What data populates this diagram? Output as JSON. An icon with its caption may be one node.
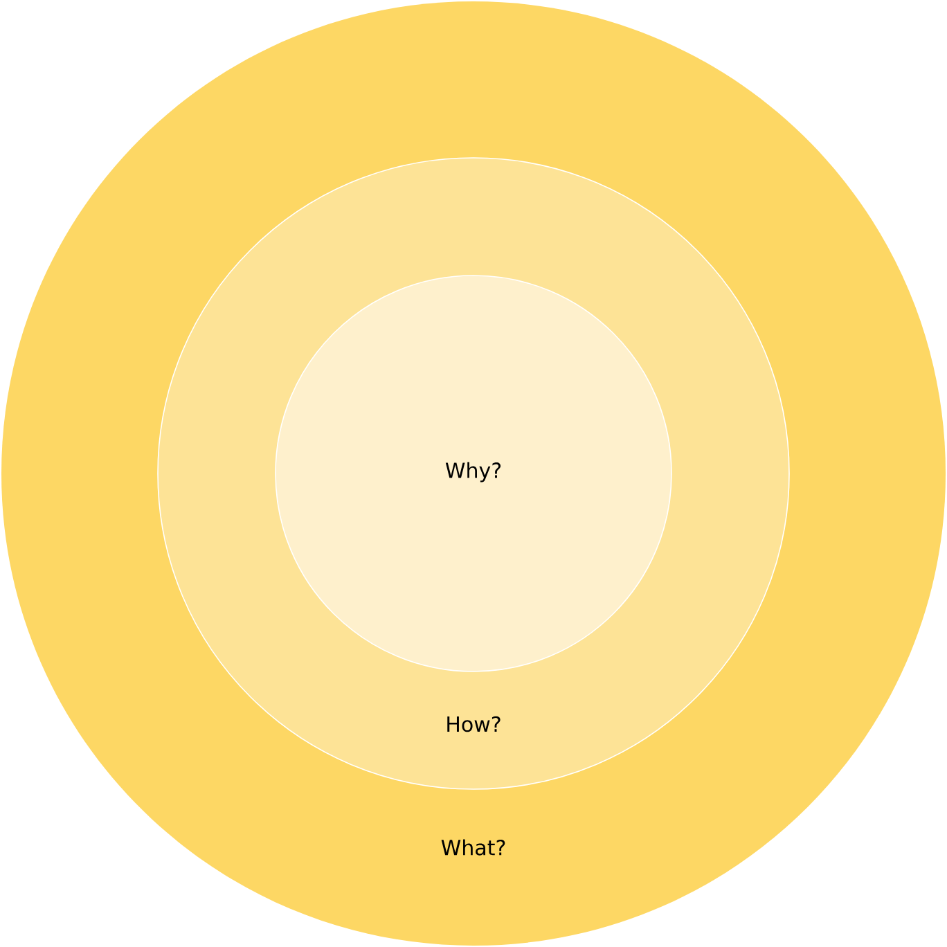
{
  "diagram": {
    "nodes": [
      {
        "text": [
          "What?"
        ]
      },
      {
        "text": [
          "How?"
        ],
        "in": 0
      },
      {
        "text": [
          "Why?"
        ],
        "in": 1
      }
    ]
  }
}
